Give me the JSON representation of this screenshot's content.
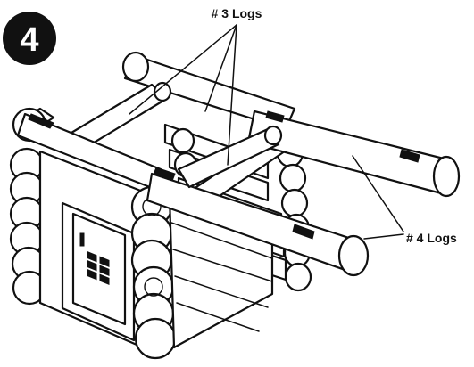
{
  "step": {
    "number": "4"
  },
  "callouts": [
    {
      "id": "logs-3",
      "text": "# 3 Logs"
    },
    {
      "id": "logs-4",
      "text": "# 4 Logs"
    }
  ],
  "colors": {
    "ink": "#111111",
    "paper": "#ffffff"
  }
}
